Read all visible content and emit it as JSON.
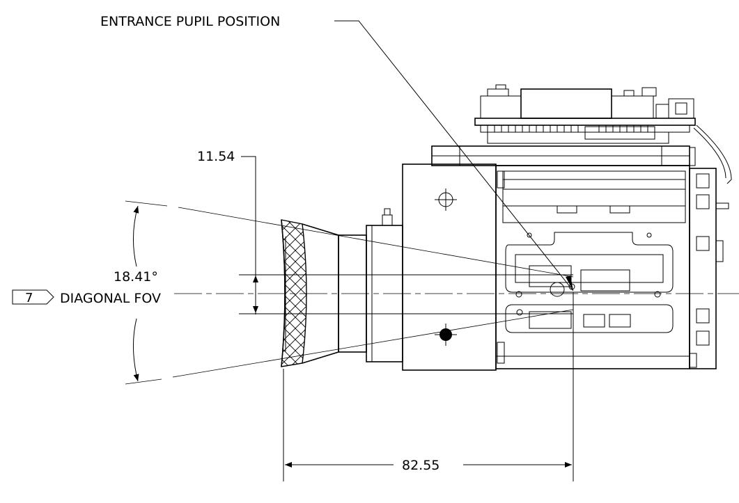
{
  "callouts": {
    "entrance_pupil": "ENTRANCE PUPIL POSITION",
    "fov_angle": "18.41°",
    "note_number": "7",
    "fov_label": "DIAGONAL FOV",
    "pupil_offset": "11.54",
    "overall_length": "82.55"
  },
  "colors": {
    "line": "#000000",
    "background": "#ffffff"
  }
}
